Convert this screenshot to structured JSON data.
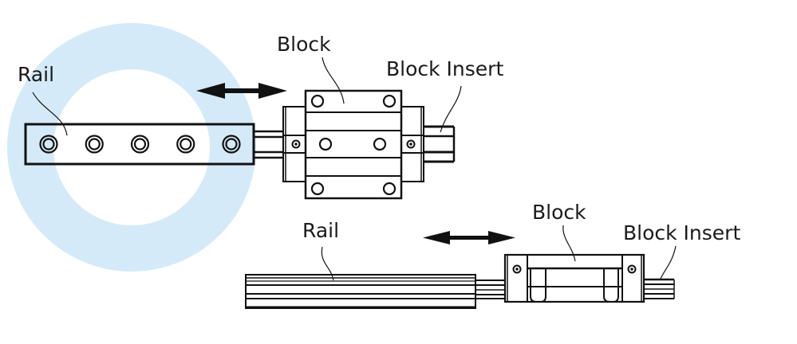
{
  "colors": {
    "highlight_ring": "#d4eaf8",
    "line": "#111111",
    "background": "#ffffff"
  },
  "top_assembly": {
    "view": "top",
    "rail_label": "Rail",
    "block_label": "Block",
    "insert_label": "Block Insert",
    "rail_hole_count": 5,
    "motion_arrow": "double-arrow-horizontal",
    "highlighted": true
  },
  "bottom_assembly": {
    "view": "side",
    "rail_label": "Rail",
    "block_label": "Block",
    "insert_label": "Block Insert",
    "motion_arrow": "double-arrow-horizontal",
    "highlighted": false
  }
}
